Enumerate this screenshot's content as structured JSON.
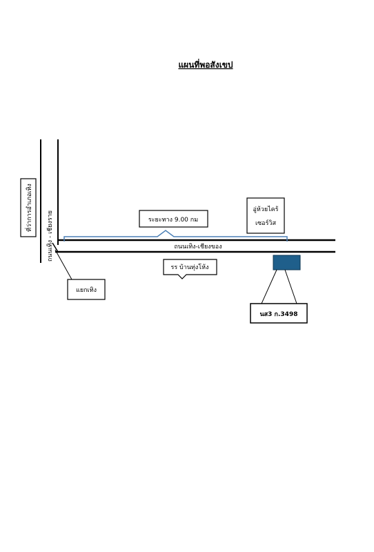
{
  "map": {
    "title": "แผนที่พอสังเขป",
    "labels": {
      "district_office": "ที่ว่าการอำเภอเทิง",
      "road_vertical": "ถนนเทิง - เชียงราย",
      "road_horizontal": "ถนนเทิง-เชียงของ",
      "distance": "ระยะทาง 9.00 กม",
      "garage_line1": "อู่ห้วยไคร้",
      "garage_line2": "เซอร์วิส",
      "school": "รร บ้านทุ่งโห้ง",
      "junction": "แยกเทิง",
      "deed": "นส3 ก.3498"
    },
    "colors": {
      "road_line": "#000000",
      "distance_bracket": "#4a7fb5",
      "plot_fill": "#1f5f8b",
      "plot_stroke": "#0d3550"
    }
  }
}
